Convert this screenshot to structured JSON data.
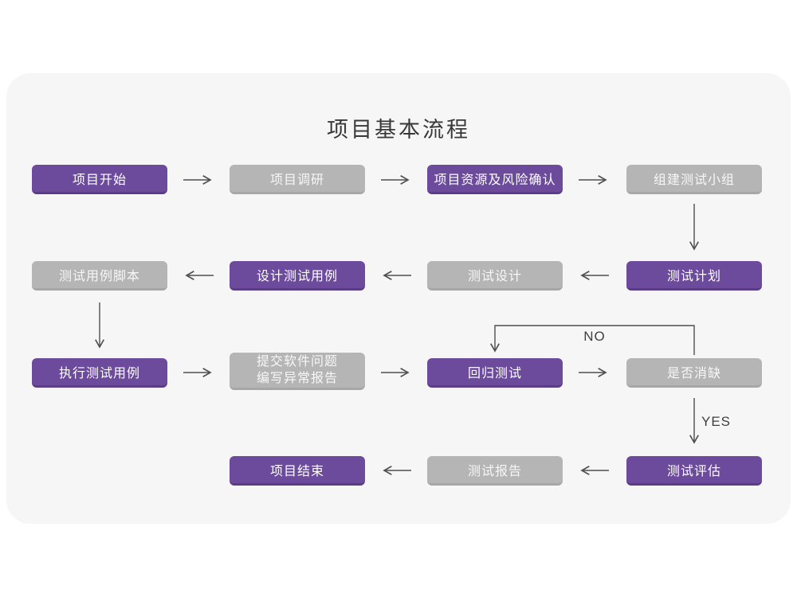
{
  "page": {
    "title": "项目基本流程"
  },
  "colors": {
    "page_bg": "#ffffff",
    "card_bg": "#f6f6f7",
    "node_purple": "#6c4b9d",
    "node_purple_edge": "#5a3c87",
    "node_gray": "#b5b5b5",
    "node_gray_edge": "#a7a7a7",
    "node_text": "#ffffff",
    "arrow": "#4f4f4f",
    "label_text": "#3f3f3f"
  },
  "flow": {
    "nodes": [
      {
        "id": "project-start",
        "label": "项目开始",
        "variant": "purple"
      },
      {
        "id": "project-research",
        "label": "项目调研",
        "variant": "gray"
      },
      {
        "id": "resource-risk-confirm",
        "label": "项目资源及风险确认",
        "variant": "purple"
      },
      {
        "id": "build-test-team",
        "label": "组建测试小组",
        "variant": "gray"
      },
      {
        "id": "test-plan",
        "label": "测试计划",
        "variant": "purple"
      },
      {
        "id": "test-design",
        "label": "测试设计",
        "variant": "gray"
      },
      {
        "id": "design-test-cases",
        "label": "设计测试用例",
        "variant": "purple"
      },
      {
        "id": "test-case-script",
        "label": "测试用例脚本",
        "variant": "gray"
      },
      {
        "id": "execute-test-cases",
        "label": "执行测试用例",
        "variant": "purple"
      },
      {
        "id": "submit-issues-write-report",
        "label": "提交软件问题\n编写异常报告",
        "variant": "gray"
      },
      {
        "id": "regression-test",
        "label": "回归测试",
        "variant": "purple"
      },
      {
        "id": "defect-resolved-check",
        "label": "是否消缺",
        "variant": "gray"
      },
      {
        "id": "test-evaluation",
        "label": "测试评估",
        "variant": "purple"
      },
      {
        "id": "test-report",
        "label": "测试报告",
        "variant": "gray"
      },
      {
        "id": "project-end",
        "label": "项目结束",
        "variant": "purple"
      }
    ],
    "edge_labels": {
      "no": "NO",
      "yes": "YES"
    }
  }
}
